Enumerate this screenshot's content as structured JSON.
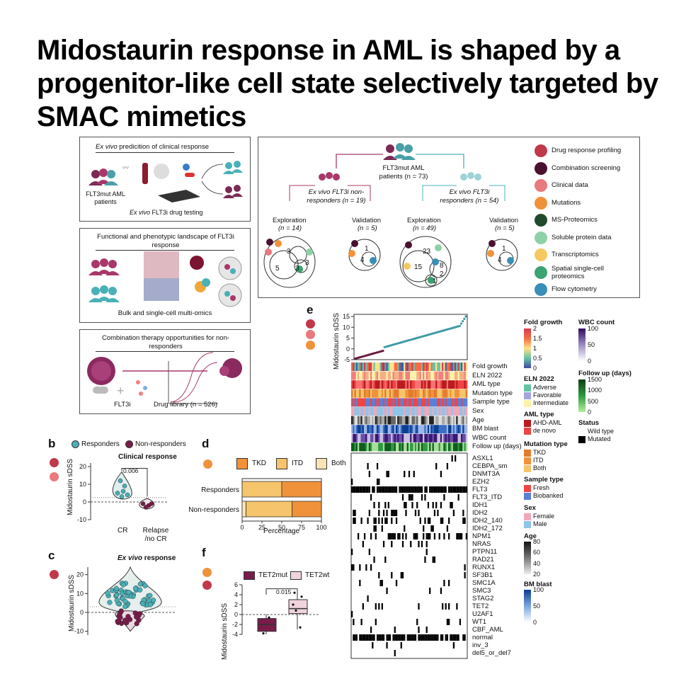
{
  "title": "Midostaurin response in AML is shaped by a progenitor-like cell state selectively targeted by SMAC mimetics",
  "panel_a1": {
    "heading_italic": "Ex vivo",
    "heading_rest": " predicition of clinical response",
    "patients": "FLT3mut AML patients",
    "testing_italic": "Ex vivo",
    "testing_rest": " FLT3i drug testing"
  },
  "panel_a2": {
    "heading": "Functional and phenotypic landscape of FLT3i response",
    "caption": "Bulk and single-cell multi-omics"
  },
  "panel_a3": {
    "heading": "Combination therapy opportunities for non-responders",
    "flt3i": "FLT3i",
    "library": "Drug library (n = 526)"
  },
  "cohort": {
    "root": "FLT3mut AML patients (n = 73)",
    "nonresp": "Ex vivo FLT3i non-responders (n = 19)",
    "resp": "Ex vivo FLT3i responders (n = 54)",
    "groups": [
      {
        "name": "Exploration",
        "n": "(n = 14)",
        "nums": [
          "3",
          "5",
          "3",
          "3"
        ]
      },
      {
        "name": "Validation",
        "n": "(n = 5)",
        "nums": [
          "1",
          "4"
        ]
      },
      {
        "name": "Exploration",
        "n": "(n = 49)",
        "nums": [
          "23",
          "15",
          "8",
          "2",
          "1"
        ]
      },
      {
        "name": "Validation",
        "n": "(n = 5)",
        "nums": [
          "1",
          "4"
        ]
      }
    ]
  },
  "legend_data": [
    {
      "label": "Drug response profiling",
      "color": "#c0394b"
    },
    {
      "label": "Combination screening",
      "color": "#4a1030"
    },
    {
      "label": "Clinical data",
      "color": "#e8797c"
    },
    {
      "label": "Mutations",
      "color": "#f0923a"
    },
    {
      "label": "MS-Proteomics",
      "color": "#1f4b2c"
    },
    {
      "label": "Soluble protein data",
      "color": "#8fd1a7"
    },
    {
      "label": "Transcriptomics",
      "color": "#f6c860"
    },
    {
      "label": "Spatial single-cell proteomics",
      "color": "#3aa372"
    },
    {
      "label": "Flow cytometry",
      "color": "#3a8fb7"
    }
  ],
  "panel_b": {
    "label": "b",
    "legend_resp": "Responders",
    "legend_nonresp": "Non-responders",
    "title": "Clinical response",
    "ylabel": "Midostaurin sDSS",
    "pval": "0.006",
    "xcats": [
      "CR",
      "Relapse /no CR"
    ]
  },
  "panel_c": {
    "label": "c",
    "title_italic": "Ex vivo",
    "title_rest": " response",
    "ylabel": "Midostaurin sDSS"
  },
  "panel_d": {
    "label": "d",
    "legend": [
      "TKD",
      "ITD",
      "Both"
    ],
    "xlabel": "Percentage",
    "rows": [
      "Responders",
      "Non-responders"
    ]
  },
  "panel_f": {
    "label": "f",
    "legend": [
      "TET2mut",
      "TET2wt"
    ],
    "pval": "0.015",
    "ylabel": "Midostaurin sDSS"
  },
  "panel_e": {
    "label": "e",
    "ylabel": "Midostaurin sDSS",
    "tracks": [
      "Fold growth",
      "ELN 2022",
      "AML type",
      "Mutation type",
      "Sample type",
      "Sex",
      "Age",
      "BM blast",
      "WBC count",
      "Follow up (days)"
    ],
    "genes": [
      "ASXL1",
      "CEBPA_sm",
      "DNMT3A",
      "EZH2",
      "FLT3",
      "FLT3_ITD",
      "IDH1",
      "IDH2",
      "IDH2_140",
      "IDH2_172",
      "NPM1",
      "NRAS",
      "PTPN11",
      "RAD21",
      "RUNX1",
      "SF3B1",
      "SMC1A",
      "SMC3",
      "STAG2",
      "TET2",
      "U2AF1",
      "WT1",
      "CBF_AML",
      "normal",
      "inv_3",
      "del5_or_del7"
    ],
    "legends": {
      "fold_growth": {
        "title": "Fold growth",
        "ticks": [
          "2",
          "1.5",
          "1",
          "0.5",
          "0"
        ]
      },
      "wbc": {
        "title": "WBC count",
        "ticks": [
          "100",
          "50",
          "0"
        ]
      },
      "eln": {
        "title": "ELN 2022",
        "items": [
          "Adverse",
          "Favorable",
          "Intermediate"
        ]
      },
      "follow": {
        "title": "Follow up (days)",
        "ticks": [
          "1500",
          "1000",
          "500",
          "0"
        ]
      },
      "aml": {
        "title": "AML type",
        "items": [
          "AHD-AML",
          "de novo"
        ]
      },
      "status": {
        "title": "Status",
        "items": [
          "Wild type",
          "Mutated"
        ]
      },
      "mut": {
        "title": "Mutation type",
        "items": [
          "TKD",
          "ITD",
          "Both"
        ]
      },
      "sample": {
        "title": "Sample type",
        "items": [
          "Fresh",
          "Biobanked"
        ]
      },
      "sex": {
        "title": "Sex",
        "items": [
          "Female",
          "Male"
        ]
      },
      "age": {
        "title": "Age",
        "ticks": [
          "80",
          "60",
          "40",
          "20"
        ]
      },
      "blast": {
        "title": "BM blast",
        "ticks": [
          "100",
          "50",
          "0"
        ]
      }
    }
  },
  "chart_data": [
    {
      "type": "bar",
      "panel": "d",
      "categories": [
        "Responders",
        "Non-responders"
      ],
      "series": [
        {
          "name": "Both",
          "values": [
            0,
            5
          ]
        },
        {
          "name": "ITD",
          "values": [
            50,
            58
          ]
        },
        {
          "name": "TKD",
          "values": [
            50,
            37
          ]
        }
      ],
      "xlabel": "Percentage",
      "xlim": [
        0,
        100
      ],
      "xticks": [
        "0",
        "25",
        "50",
        "75",
        "100"
      ]
    },
    {
      "type": "scatter",
      "panel": "b",
      "title": "Clinical response",
      "ylabel": "Midostaurin sDSS",
      "categories": [
        "CR",
        "Relapse /no CR"
      ],
      "yticks": [
        "-10",
        "0",
        "10",
        "20"
      ],
      "ylim": [
        -10,
        22
      ]
    },
    {
      "type": "scatter",
      "panel": "c",
      "ylabel": "Midostaurin sDSS",
      "yticks": [
        "-10",
        "0",
        "10",
        "20"
      ],
      "ylim": [
        -12,
        24
      ]
    },
    {
      "type": "bar",
      "panel": "f",
      "categories": [
        "TET2mut",
        "TET2wt"
      ],
      "ylabel": "Midostaurin sDSS",
      "yticks": [
        "-4",
        "-2",
        "0",
        "2",
        "4",
        "6"
      ],
      "ylim": [
        -4,
        6
      ]
    },
    {
      "type": "line",
      "panel": "e",
      "ylabel": "Midostaurin sDSS",
      "yticks": [
        "-5",
        "0",
        "5",
        "10",
        "15"
      ],
      "ylim": [
        -5,
        16
      ]
    }
  ]
}
